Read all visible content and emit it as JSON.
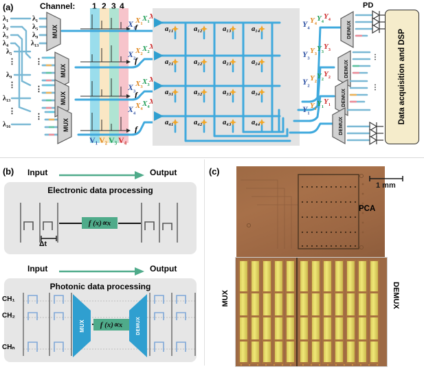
{
  "figure": {
    "panels": [
      {
        "id": "a",
        "letter": "(a)"
      },
      {
        "id": "b",
        "letter": "(b)"
      },
      {
        "id": "c",
        "letter": "(c)"
      }
    ]
  },
  "panel_a": {
    "channel_header": "Channel:",
    "channel_numbers": [
      "1",
      "2",
      "3",
      "4"
    ],
    "input_wavelengths_col1": [
      "λ₁",
      "λ₂",
      "λ₃",
      "λ₄",
      "λ₅",
      "λ₉",
      "λ₁₃",
      "λ₁₆"
    ],
    "input_wavelengths_col2": [
      "λ₁",
      "λ₅",
      "λ₉",
      "λ₁₃"
    ],
    "vertical_dots": "⋮",
    "mux_label": "MUX",
    "demux_label": "DEMUX",
    "freq_axis_label": "f",
    "v_labels": [
      "V₁",
      "V₂",
      "V₃",
      "V₄"
    ],
    "v_colors": [
      "#2b4fa2",
      "#e08820",
      "#1f9d55",
      "#cc2a2a"
    ],
    "x_vectors": [
      {
        "base": "X",
        "index": "1",
        "colors": [
          "#2b4fa2",
          "#e08820",
          "#1f9d55",
          "#cc2a2a"
        ]
      },
      {
        "base": "X",
        "index": "2",
        "colors": [
          "#2b4fa2",
          "#e08820",
          "#1f9d55",
          "#cc2a2a"
        ]
      },
      {
        "base": "X",
        "index": "3",
        "colors": [
          "#2b4fa2",
          "#e08820",
          "#1f9d55",
          "#cc2a2a"
        ]
      },
      {
        "base": "X",
        "index": "4",
        "colors": [
          "#2b4fa2",
          "#e08820",
          "#1f9d55",
          "#cc2a2a"
        ]
      }
    ],
    "y_vectors": [
      {
        "base": "Y",
        "index": "4",
        "colors": [
          "#2b4fa2",
          "#e08820",
          "#1f9d55",
          "#cc2a2a"
        ]
      },
      {
        "base": "Y",
        "index": "3",
        "colors": [
          "#2b4fa2",
          "#e08820",
          "#1f9d55",
          "#cc2a2a"
        ]
      },
      {
        "base": "Y",
        "index": "2",
        "colors": [
          "#2b4fa2",
          "#e08820",
          "#1f9d55",
          "#cc2a2a"
        ]
      },
      {
        "base": "Y",
        "index": "1",
        "colors": [
          "#2b4fa2",
          "#e08820",
          "#1f9d55",
          "#cc2a2a"
        ]
      }
    ],
    "matrix_elements": [
      [
        "a₁₁",
        "a₁₂",
        "a₁₃",
        "a₁₄"
      ],
      [
        "a₂₁",
        "a₂₂",
        "a₂₃",
        "a₂₄"
      ],
      [
        "a₃₁",
        "a₃₂",
        "a₃₃",
        "a₃₄"
      ],
      [
        "a₄₁",
        "a₄₂",
        "a₄₃",
        "a₄₄"
      ]
    ],
    "pd_label": "PD",
    "dsp_label": "Data acquisition and DSP",
    "band_colors": [
      "#5cc8e0",
      "#f7d9a0",
      "#7fd3b8",
      "#f2a0ab"
    ],
    "waveguide_color": "#3fa9dd",
    "tuner_color": "#f5a623"
  },
  "panel_b": {
    "electronic": {
      "input_label": "Input",
      "output_label": "Output",
      "title": "Electronic data processing",
      "transfer_function": "f (x)∝x",
      "delta_t_label": "Δt"
    },
    "photonic": {
      "input_label": "Input",
      "output_label": "Output",
      "title": "Photonic data processing",
      "transfer_function": "f (x)∝x",
      "mux_label": "MUX",
      "demux_label": "DEMUX",
      "channel_labels": [
        "CH₁",
        "CH₂",
        "CHₙ"
      ]
    },
    "arrow_color": "#4fab8a",
    "fx_box_color": "#4fab8a",
    "box_color": "#e6e6e6"
  },
  "panel_c": {
    "scale_bar_label": "1 mm",
    "pca_label": "PCA",
    "mux_label": "MUX",
    "demux_label": "DEMUX",
    "substrate_color": "#9e6a44",
    "waveguide_gold_color": "#e8e06a"
  }
}
